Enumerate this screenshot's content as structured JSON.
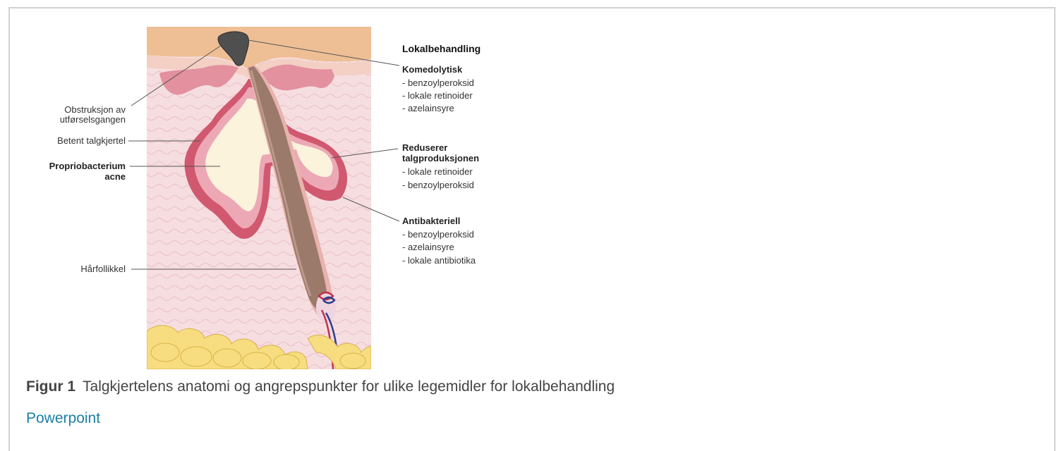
{
  "figure": {
    "left_labels": {
      "obstruksjon_line1": "Obstruksjon av",
      "obstruksjon_line2": "utførselsgangen",
      "betent": "Betent talgkjertel",
      "propio_line1": "Propriobacterium",
      "propio_line2": "acne",
      "harfollikkel": "Hårfollikkel"
    },
    "right_labels": {
      "heading": "Lokalbehandling",
      "komedolytisk": {
        "title": "Komedolytisk",
        "items": [
          "- benzoylperoksid",
          "- lokale retinoider",
          "- azelainsyre"
        ]
      },
      "reduserer": {
        "title_line1": "Reduserer",
        "title_line2": "talgproduksjonen",
        "items": [
          "- lokale retinoider",
          "- benzoylperoksid"
        ]
      },
      "antibakteriell": {
        "title": "Antibakteriell",
        "items": [
          "- benzoylperoksid",
          "- azelainsyre",
          "- lokale antibiotika"
        ]
      }
    }
  },
  "caption": {
    "label": "Figur 1",
    "text": "Talgkjertelens anatomi og angrepspunkter for ulike legemidler for lokalbehandling"
  },
  "link": {
    "label": "Powerpoint"
  },
  "colors": {
    "skin_top": "#eebf95",
    "dermis": "#f6dde0",
    "gland_wall": "#d0586f",
    "gland_inside": "#fbf3dc",
    "hair_shaft": "#9c7a6b",
    "plug": "#555555",
    "fat": "#f7dd7f",
    "link": "#1b7fa6"
  }
}
